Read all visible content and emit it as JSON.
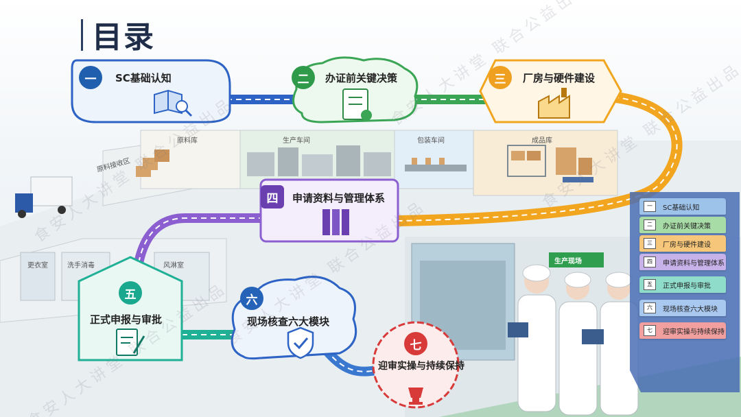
{
  "title": "目录",
  "stages": [
    {
      "num": "一",
      "label": "SC基础认知",
      "color": "#1f5fae"
    },
    {
      "num": "二",
      "label": "办证前关键决策",
      "color": "#2e9a4a"
    },
    {
      "num": "三",
      "label": "厂房与硬件建设",
      "color": "#f0a020"
    },
    {
      "num": "四",
      "label": "申请资料与管理体系",
      "color": "#6a3fb0"
    },
    {
      "num": "五",
      "label": "正式申报与审批",
      "color": "#1aa88e"
    },
    {
      "num": "六",
      "label": "现场核查六大模块",
      "color": "#2563b8"
    },
    {
      "num": "七",
      "label": "迎审实操与持续保持",
      "color": "#d83a3a"
    }
  ],
  "rooms": {
    "raw_receiving": "原料接收区",
    "raw_storage": "原料库",
    "production": "生产车间",
    "packaging": "包装车间",
    "finished": "成品库",
    "changing": "更衣室",
    "handwash": "洗手消毒",
    "airshower": "风淋室",
    "onsite": "生产现场"
  },
  "folder_tabs": [
    {
      "num": "一",
      "label": "SC基础认知",
      "color": "#9ec3ea"
    },
    {
      "num": "二",
      "label": "办证前关键决策",
      "color": "#a8dca6"
    },
    {
      "num": "三",
      "label": "厂房与硬件建设",
      "color": "#f6c77a"
    },
    {
      "num": "四",
      "label": "申请资料与管理体系",
      "color": "#c7b3ea"
    },
    {
      "num": "五",
      "label": "正式申报与审批",
      "color": "#8fdccb"
    },
    {
      "num": "六",
      "label": "现场核查六大模块",
      "color": "#a9c8f0"
    },
    {
      "num": "七",
      "label": "迎审实操与持续保持",
      "color": "#f19f9f"
    }
  ],
  "watermark": "食安人大讲堂 联合公益出品",
  "icons": {
    "s1": "book-magnifier-icon",
    "s2": "checklist-clipboard-icon",
    "s3": "factory-icon",
    "s4": "binders-icon",
    "s5": "form-pen-icon",
    "s6": "shield-check-icon",
    "s7": "trophy-icon"
  }
}
